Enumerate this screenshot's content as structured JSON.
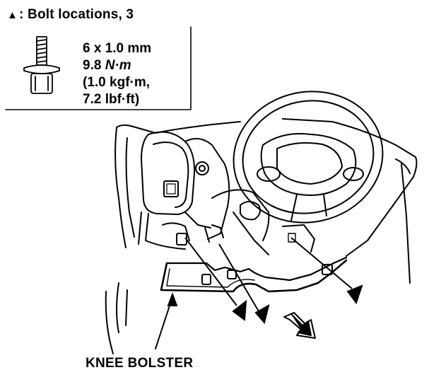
{
  "legend": {
    "symbol": "▲",
    "title": ": Bolt locations, 3"
  },
  "bolt_spec": {
    "size": "6 x 1.0 mm",
    "torque_num": "9.8",
    "torque_unit": "N·m",
    "kgfm": "(1.0 kgf·m,",
    "lbfft": "7.2 lbf·ft)"
  },
  "labels": {
    "knee_bolster": "KNEE BOLSTER"
  },
  "colors": {
    "ink": "#000000",
    "paper": "#ffffff"
  }
}
